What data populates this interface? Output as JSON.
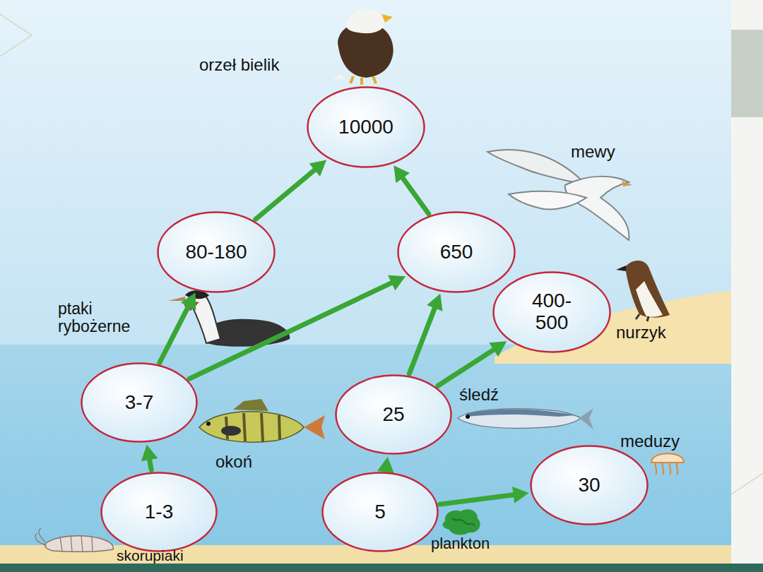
{
  "diagram": {
    "nodes": [
      {
        "text": [
          "10000"
        ]
      },
      {
        "text": [
          "80-180"
        ]
      },
      {
        "text": [
          "650"
        ]
      },
      {
        "text": [
          "400-500"
        ]
      },
      {
        "text": [
          "3-7"
        ]
      },
      {
        "text": [
          "25"
        ]
      },
      {
        "text": [
          "1-3"
        ]
      },
      {
        "text": [
          "5"
        ]
      },
      {
        "text": [
          "30"
        ]
      }
    ],
    "edges": [
      {
        "from": 1,
        "to": 0,
        "arrow": "to"
      },
      {
        "from": 2,
        "to": 0,
        "arrow": "to"
      },
      {
        "from": 4,
        "to": 1,
        "arrow": "to"
      },
      {
        "from": 4,
        "to": 2,
        "arrow": "to"
      },
      {
        "from": 5,
        "to": 2,
        "arrow": "to"
      },
      {
        "from": 5,
        "to": 3,
        "arrow": "to"
      },
      {
        "from": 6,
        "to": 4,
        "arrow": "to"
      },
      {
        "from": 7,
        "to": 5,
        "arrow": "to"
      },
      {
        "from": 7,
        "to": 8,
        "arrow": "to"
      }
    ],
    "labels": [
      "orzeł bielik",
      "mewy",
      "ptaki rybożerne",
      "nurzyk",
      "okoń",
      "śledź",
      "meduzy",
      "skorupiaki",
      "plankton"
    ]
  }
}
